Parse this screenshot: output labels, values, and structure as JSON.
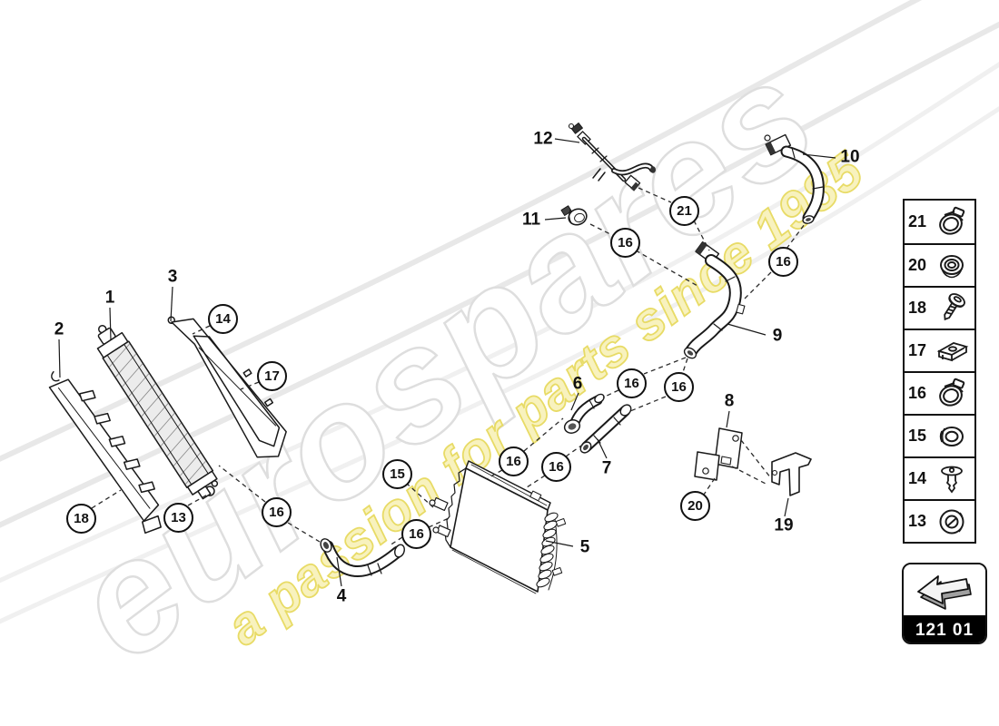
{
  "watermark": {
    "brand": "eurospares",
    "tagline": "a passion for parts since 1985",
    "brand_color": "#dedede",
    "tagline_color": "#e7da5e"
  },
  "footer": {
    "part_code": "121 01",
    "icon": "direction-arrow"
  },
  "labels": [
    {
      "text": "1"
    },
    {
      "text": "2"
    },
    {
      "text": "3"
    },
    {
      "text": "4"
    },
    {
      "text": "5"
    },
    {
      "text": "6"
    },
    {
      "text": "7"
    },
    {
      "text": "8"
    },
    {
      "text": "9"
    },
    {
      "text": "10"
    },
    {
      "text": "11"
    },
    {
      "text": "12"
    },
    {
      "text": "19"
    }
  ],
  "callouts": [
    {
      "text": "13"
    },
    {
      "text": "14"
    },
    {
      "text": "15"
    },
    {
      "text": "16"
    },
    {
      "text": "16"
    },
    {
      "text": "16"
    },
    {
      "text": "16"
    },
    {
      "text": "16"
    },
    {
      "text": "16"
    },
    {
      "text": "16"
    },
    {
      "text": "16"
    },
    {
      "text": "17"
    },
    {
      "text": "18"
    },
    {
      "text": "20"
    },
    {
      "text": "21"
    }
  ],
  "sidebar": {
    "rows": [
      {
        "num": "21",
        "icon": "hose-clamp"
      },
      {
        "num": "20",
        "icon": "cap-nut"
      },
      {
        "num": "18",
        "icon": "screw"
      },
      {
        "num": "17",
        "icon": "clip-nut"
      },
      {
        "num": "16",
        "icon": "hose-clamp"
      },
      {
        "num": "15",
        "icon": "bushing"
      },
      {
        "num": "14",
        "icon": "expanding-rivet"
      },
      {
        "num": "13",
        "icon": "grommet"
      }
    ]
  },
  "colors": {
    "line": "#1a1a1a",
    "dash": "#2b2b2b",
    "background": "#ffffff"
  }
}
